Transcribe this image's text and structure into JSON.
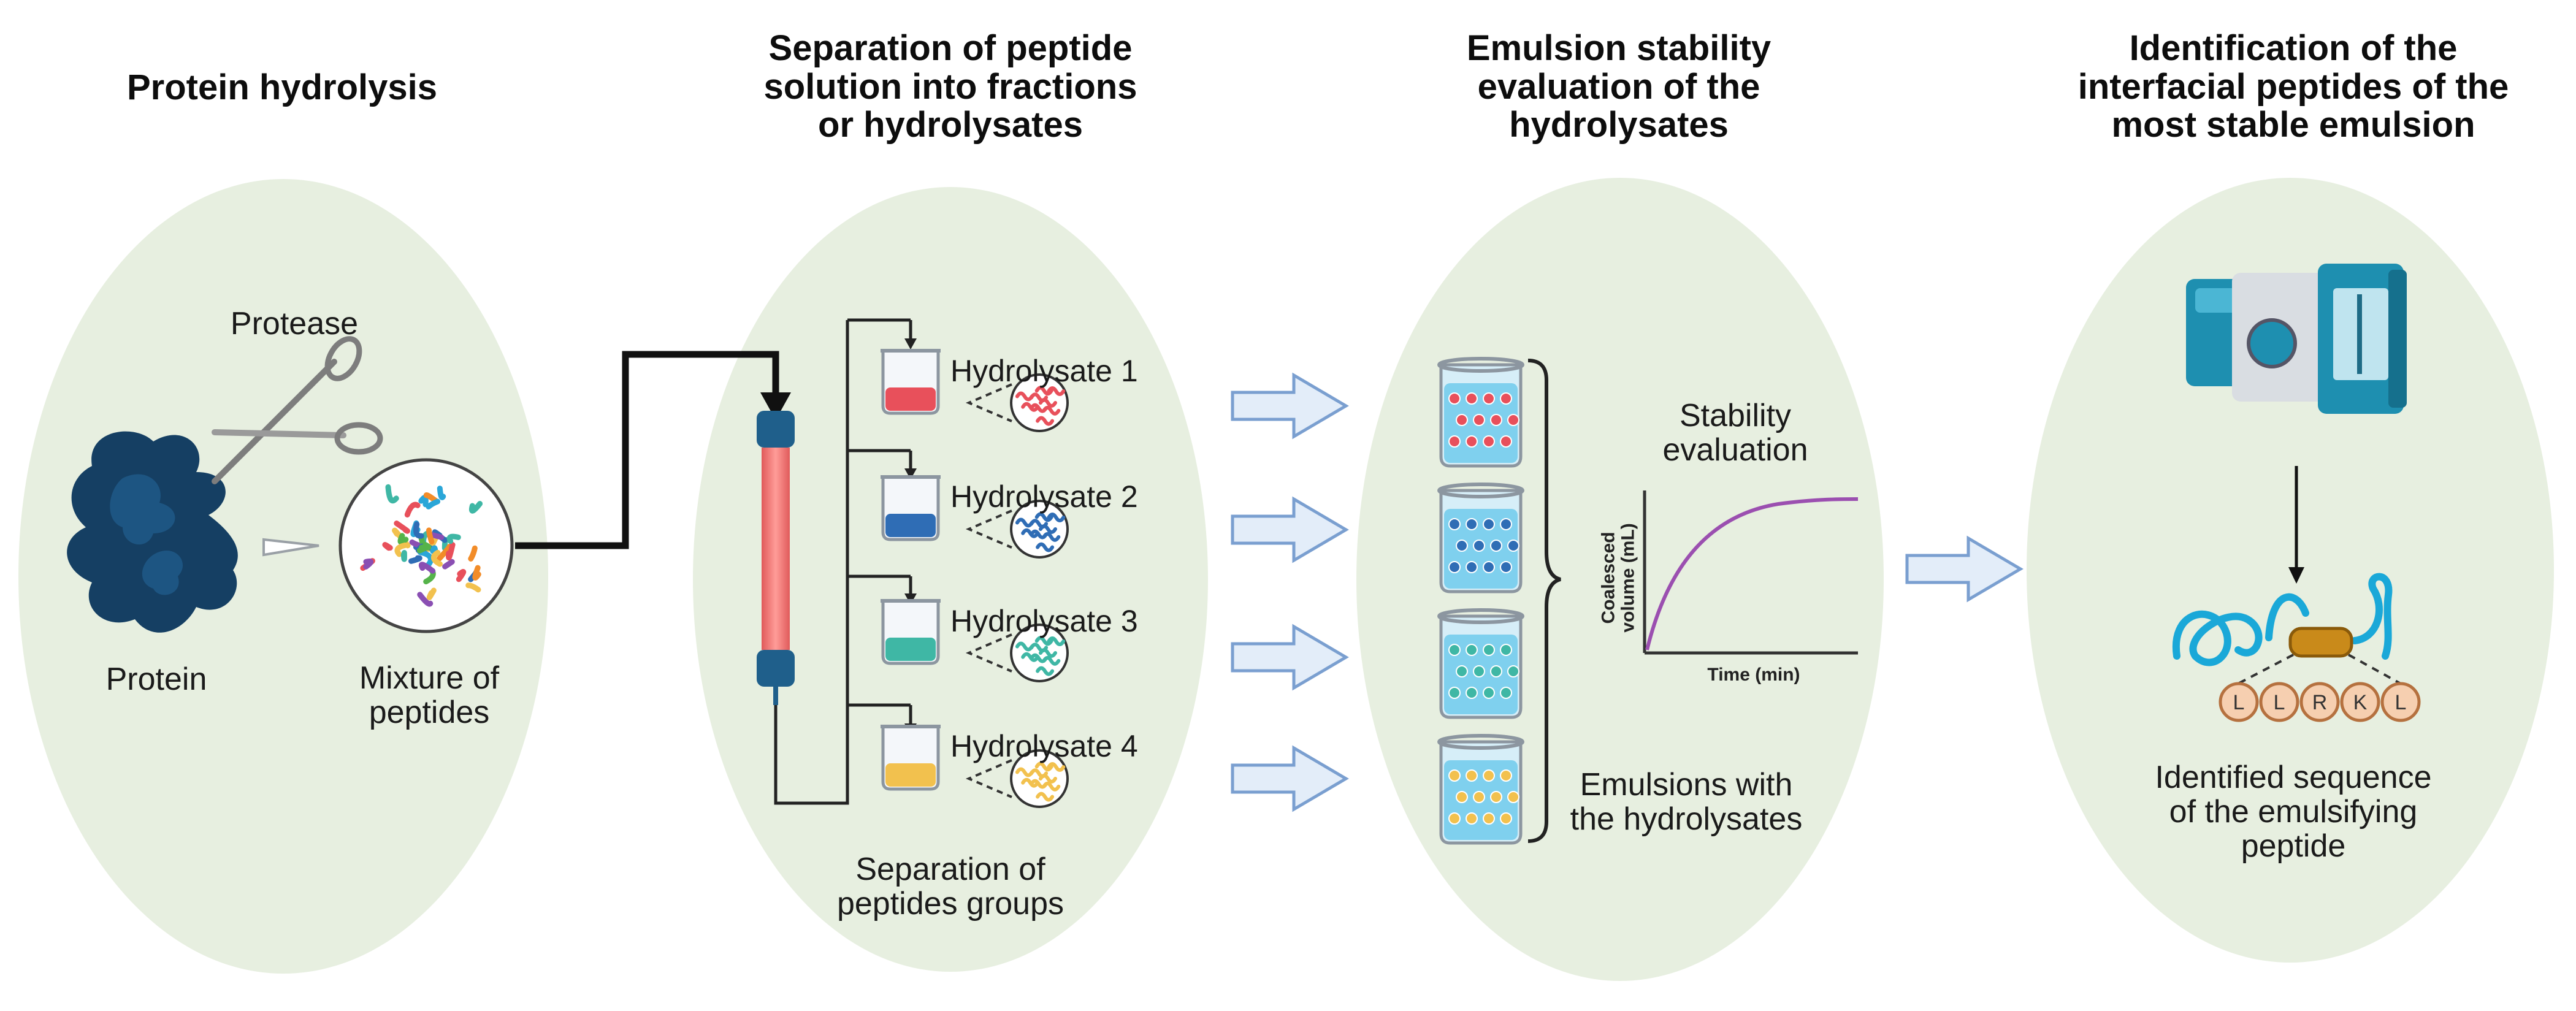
{
  "stages": [
    {
      "title": [
        "Protein hydrolysis"
      ]
    },
    {
      "title": [
        "Separation of peptide",
        "solution into fractions",
        "or hydrolysates"
      ]
    },
    {
      "title": [
        "Emulsion stability",
        "evaluation of the",
        "hydrolysates"
      ]
    },
    {
      "title": [
        "Identification of the",
        "interfacial peptides of the",
        "most stable emulsion"
      ]
    }
  ],
  "panel1": {
    "protease_label": "Protease",
    "protein_label": "Protein",
    "mixture_label": [
      "Mixture of",
      "peptides"
    ]
  },
  "panel2": {
    "hydrolysates": [
      {
        "label": "Hydrolysate 1",
        "color": "#e8505b"
      },
      {
        "label": "Hydrolysate 2",
        "color": "#2f6db5"
      },
      {
        "label": "Hydrolysate 3",
        "color": "#3fb7a5"
      },
      {
        "label": "Hydrolysate 4",
        "color": "#f2c14e"
      }
    ],
    "footer": [
      "Separation of",
      "peptides groups"
    ]
  },
  "panel3": {
    "stability_label": [
      "Stability",
      "evaluation"
    ],
    "chart_ylabel": [
      "Coalesced",
      "volume (mL)"
    ],
    "chart_xlabel": "Time (min)",
    "emulsions_label": [
      "Emulsions with",
      "the hydrolysates"
    ]
  },
  "panel4": {
    "residues": [
      "L",
      "L",
      "R",
      "K",
      "L"
    ],
    "caption": [
      "Identified sequence",
      "of the emulsifying",
      "peptide"
    ]
  },
  "colors": {
    "ellipse": "#e7efe0",
    "arrow_fill": "#e3edf9",
    "arrow_stroke": "#7a9fd0",
    "column": "#f07c7c",
    "column_cap": "#1f5f8b",
    "instrument": "#1e8fb0",
    "curve": "#9b4fb0"
  }
}
